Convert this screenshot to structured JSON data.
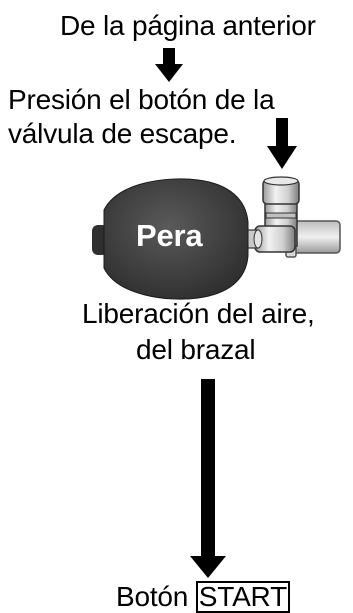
{
  "diagram": {
    "from_previous_page": "De la página anterior",
    "press_instruction_line1": "Presión el botón de la",
    "press_instruction_line2": "válvula de escape.",
    "bulb_label": "Pera",
    "release_line1": "Liberación del aire,",
    "release_line2": "del brazal",
    "start_prefix": "Botón",
    "start_button_label": "START"
  },
  "colors": {
    "ink": "#000000",
    "bulb_fill": "#3a3a3a",
    "bulb_text": "#ffffff",
    "valve_light": "#e6e6e6",
    "valve_dark": "#7a7a7a"
  },
  "icons": [
    "arrow-down-icon",
    "squeeze-bulb-icon",
    "release-valve-icon",
    "tube-icon"
  ]
}
